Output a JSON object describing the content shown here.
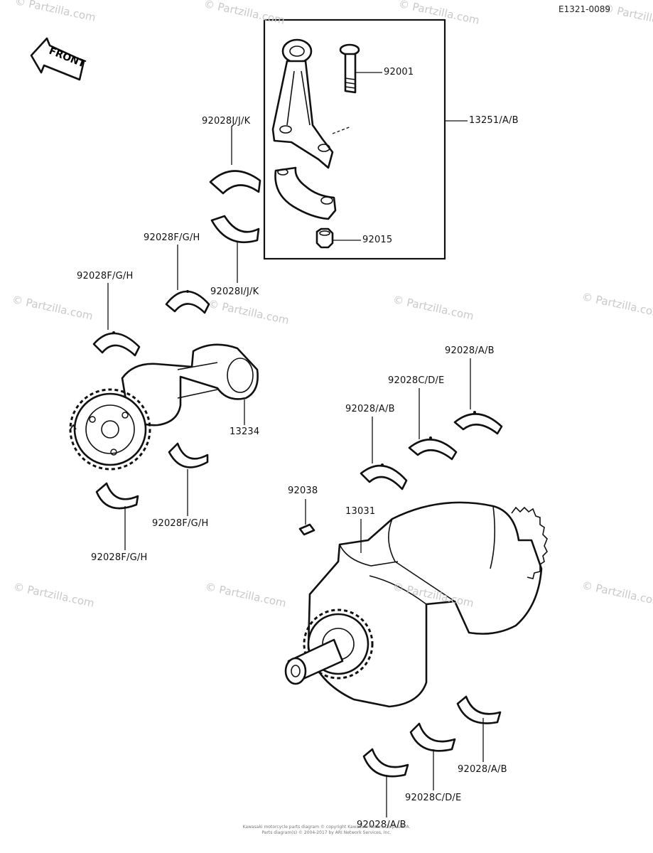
{
  "diagram_id": "E1321-0089",
  "front_label": "FRONT",
  "watermarks": [
    "© Partzilla.com",
    "© Partzilla.com",
    "© Partzilla.com",
    "© Partzilla.com",
    "© Partzilla.com",
    "© Partzilla.com",
    "© Partzilla.com",
    "© Partzilla.com",
    "© Partzilla.com",
    "© Partzilla.com",
    "© Partzilla.com",
    "© Partzilla.com"
  ],
  "callouts": {
    "p92001": "92001",
    "p13251": "13251/A/B",
    "p92015": "92015",
    "p92028ijk_top": "92028I/J/K",
    "p92028fgh_top": "92028F/G/H",
    "p92028ijk_mid": "92028I/J/K",
    "p92028fgh_left": "92028F/G/H",
    "p13234": "13234",
    "p92028fgh_lower": "92028F/G/H",
    "p92028fgh_bottom": "92028F/G/H",
    "p92028ab_right": "92028/A/B",
    "p92028cde_upper": "92028C/D/E",
    "p92028ab_upper": "92028/A/B",
    "p92038": "92038",
    "p13031": "13031",
    "p92028ab_lowright": "92028/A/B",
    "p92028cde_lower": "92028C/D/E",
    "p92028ab_bottom": "92028/A/B"
  },
  "footer": {
    "line1": "Kawasaki motorcycle parts diagram © copyright Kawasaki Motors Corp. U.S.A.",
    "line2": "Parts diagram(s) © 2004-2017 by ARI Network Services, Inc."
  }
}
